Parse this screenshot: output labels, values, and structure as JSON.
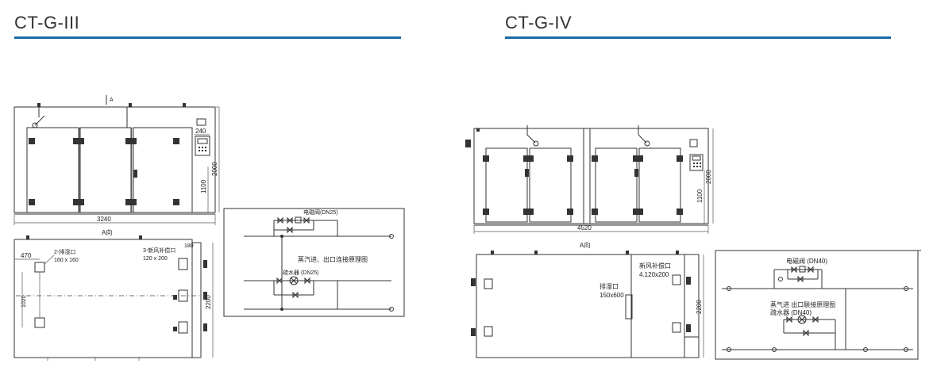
{
  "left": {
    "title": "CT-G-III",
    "front_view": {
      "section_mark": "A",
      "dim_width": "3240",
      "dim_height_total": "2000",
      "dim_height_door": "1100",
      "dim_panel": "240"
    },
    "top_view": {
      "label": "A向",
      "dim_offset": "470",
      "dim_right": "180",
      "dim_depth": "2200",
      "dim_inner": "1020",
      "outlet_label": "2-排湿口",
      "outlet_size": "160 x 160",
      "inlet_label": "3-新风补偿口",
      "inlet_size": "120 x 200"
    },
    "schematic": {
      "valve_label": "电磁阀(DN25)",
      "caption": "蒸汽进、出口连接原理图",
      "trap_label": "疏水器 (DN25)"
    }
  },
  "right": {
    "title": "CT-G-IV",
    "front_view": {
      "dim_width": "4520",
      "dim_height_door": "1100",
      "dim_height_total": "2000"
    },
    "top_view": {
      "label": "A向",
      "inlet_label": "新风补偿口",
      "inlet_size": "4.120x200",
      "outlet_label": "排湿口",
      "outlet_size": "150x600",
      "dim_depth": "2200"
    },
    "schematic": {
      "valve_label": "电磁阀 (DN40)",
      "caption": "蒸气进 出口联接原理图",
      "trap_label": "疏水器 (DN40)"
    }
  },
  "colors": {
    "rule": "#1a6aa6"
  }
}
